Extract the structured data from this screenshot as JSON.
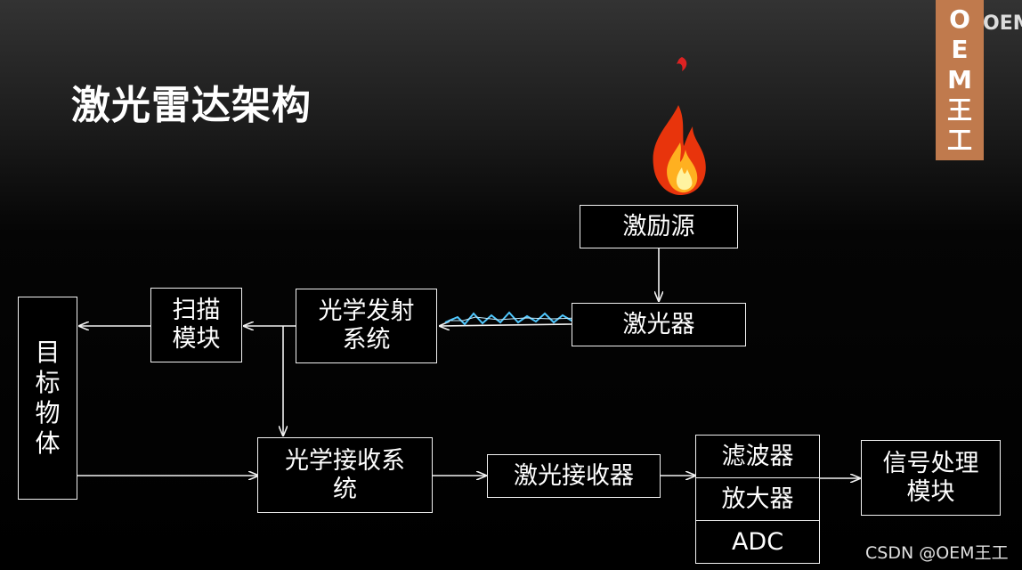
{
  "title": "激光雷达架构",
  "badge": {
    "chars": [
      "O",
      "E",
      "M",
      "王",
      "工"
    ]
  },
  "corner_text": "OEM",
  "watermark": "CSDN @OEM王工",
  "nodes": {
    "excitation": "激励源",
    "laser": "激光器",
    "optical_tx_line1": "光学发射",
    "optical_tx_line2": "系统",
    "scan_line1": "扫描",
    "scan_line2": "模块",
    "target_chars": [
      "目",
      "标",
      "物",
      "体"
    ],
    "optical_rx_line1": "光学接收系",
    "optical_rx_line2": "统",
    "laser_rx": "激光接收器",
    "filter": "滤波器",
    "amplifier": "放大器",
    "adc": "ADC",
    "signal_line1": "信号处理",
    "signal_line2": "模块"
  },
  "colors": {
    "badge": "#c07a4d",
    "beam": "#4fc8ff",
    "background": "#000000"
  }
}
